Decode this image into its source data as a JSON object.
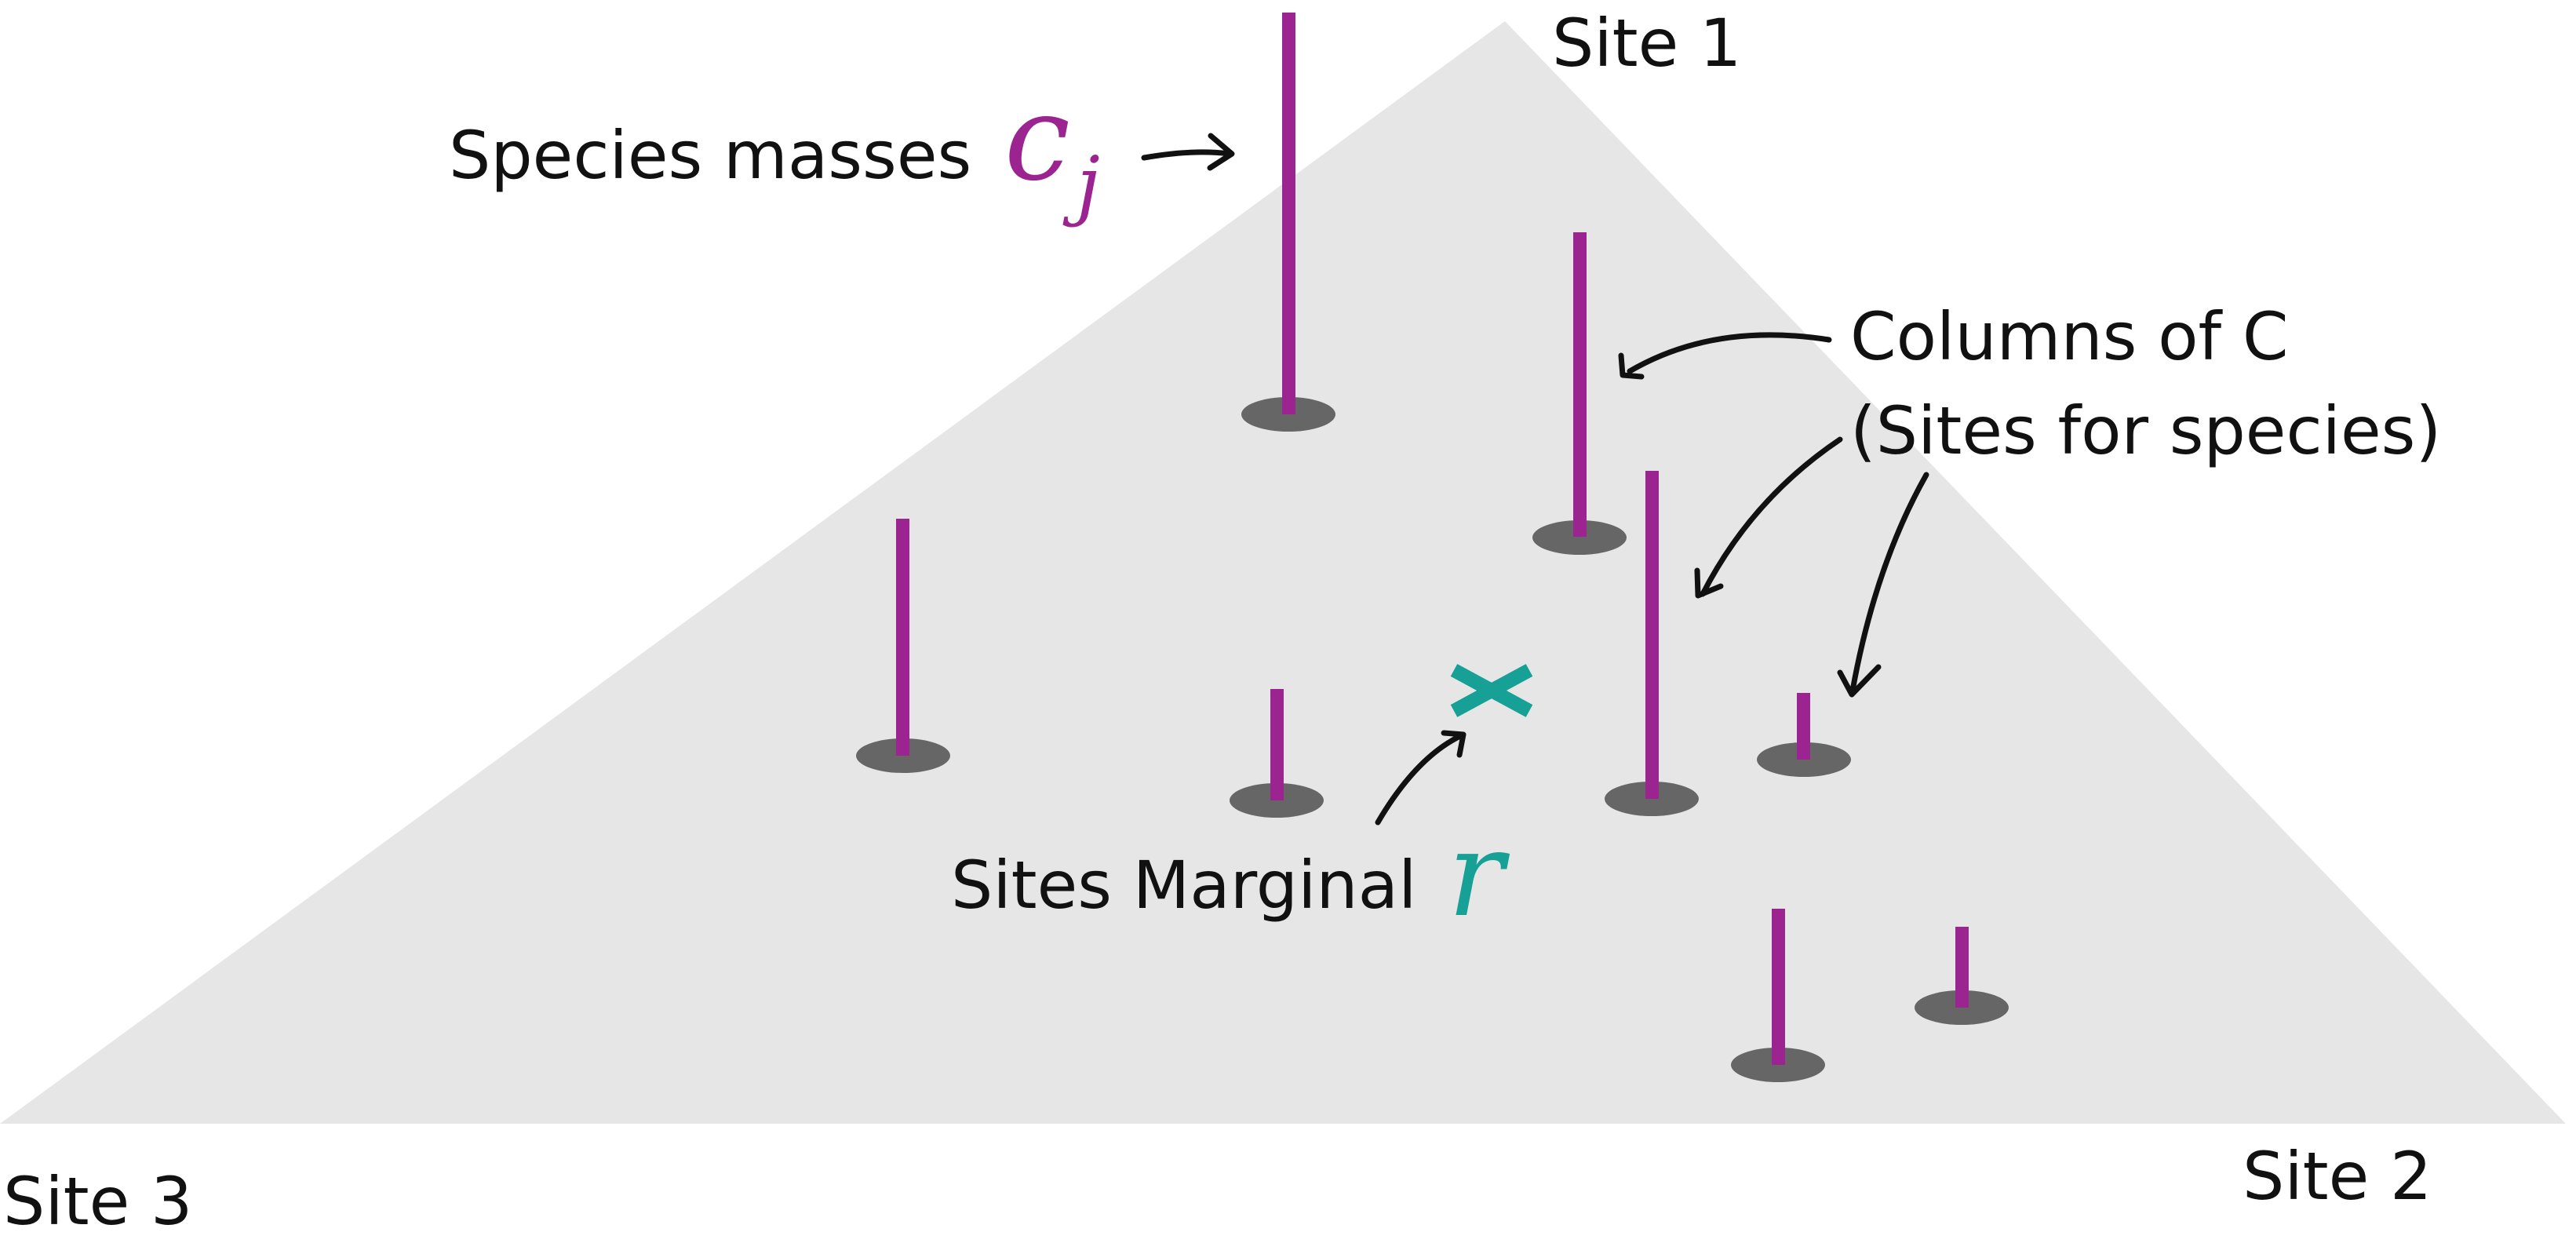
{
  "colors": {
    "simplex_fill": "#e6e6e6",
    "stick": "#9b2490",
    "base": "#666666",
    "marginal": "#16a096",
    "text": "#111111"
  },
  "vertices": {
    "site1": "Site 1",
    "site2": "Site 2",
    "site3": "Site 3"
  },
  "labels": {
    "species_masses": "Species masses",
    "species_masses_symbol": "c",
    "species_masses_subscript": "j",
    "columns_line1": "Columns of C",
    "columns_line2": "(Sites for species)",
    "sites_marginal": "Sites Marginal",
    "sites_marginal_symbol": "r"
  },
  "species_masses": [
    {
      "id": "species-1"
    },
    {
      "id": "species-2"
    },
    {
      "id": "species-3"
    },
    {
      "id": "species-4"
    },
    {
      "id": "species-5"
    },
    {
      "id": "species-6"
    },
    {
      "id": "species-7"
    },
    {
      "id": "species-8"
    },
    {
      "id": "species-9"
    }
  ],
  "marginal_marker": "cross-icon",
  "icons": [
    "arrow-icon",
    "cross-icon"
  ]
}
